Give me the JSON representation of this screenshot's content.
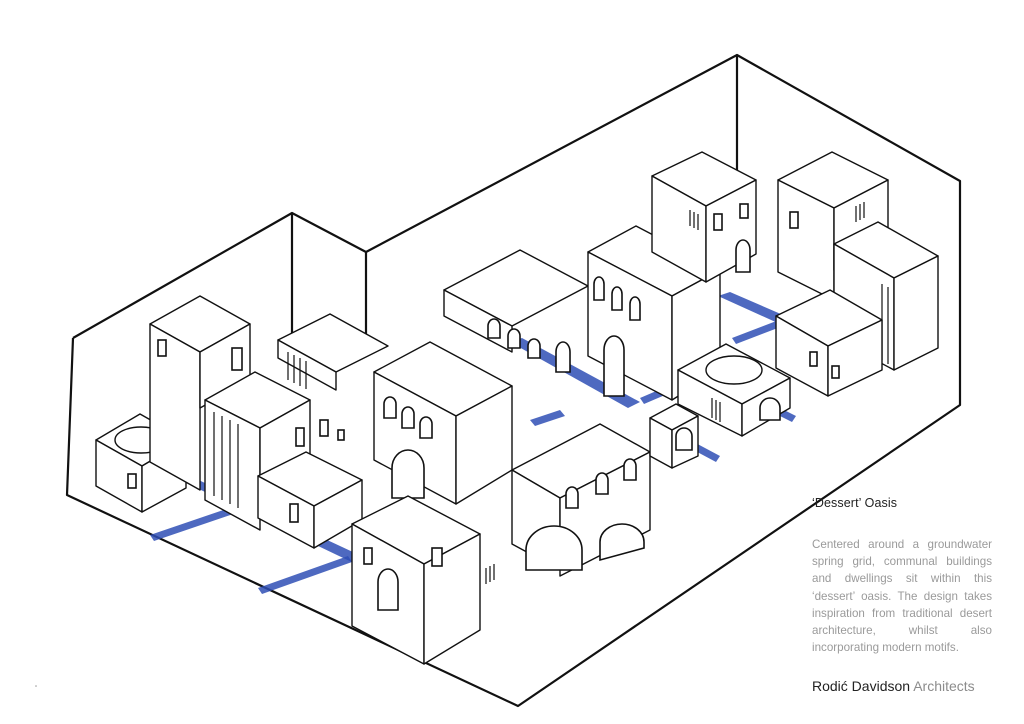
{
  "caption": {
    "title": "‘Dessert’ Oasis",
    "body": "Centered around a groundwater spring grid, communal buildings and dwellings sit within this ‘dessert’ oasis. The design takes inspiration from traditional desert architecture, whilst also incorporating modern motifs."
  },
  "credit": {
    "name": "Rodić Davidson",
    "role": "Architects"
  },
  "colors": {
    "ink": "#111111",
    "water_channel": "#2f4fb5",
    "caption_text": "#9a9a9a",
    "background": "#ffffff"
  }
}
